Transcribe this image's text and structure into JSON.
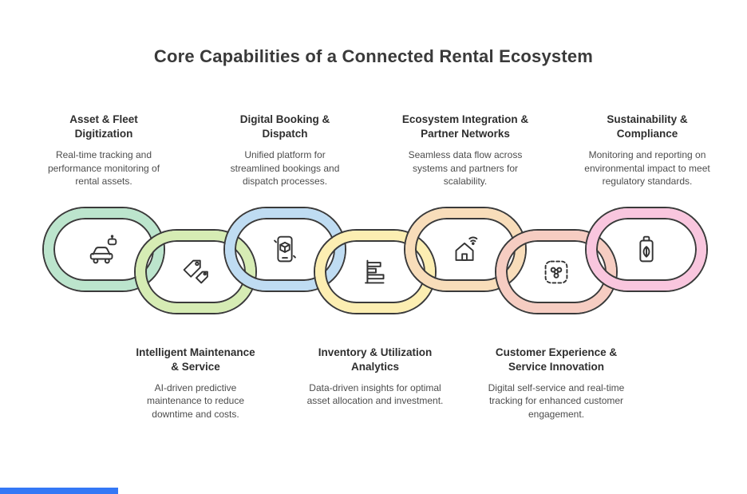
{
  "title": "Core Capabilities of a Connected Rental Ecosystem",
  "accent_bar_color": "#3478f6",
  "outline_color": "#3a3a3a",
  "top_blocks": [
    {
      "heading": "Asset & Fleet Digitization",
      "body": "Real-time tracking and performance monitoring of rental assets."
    },
    {
      "heading": "Digital Booking & Dispatch",
      "body": "Unified platform for streamlined bookings and dispatch processes."
    },
    {
      "heading": "Ecosystem Integration & Partner Networks",
      "body": "Seamless data flow across systems and partners for scalability."
    },
    {
      "heading": "Sustainability & Compliance",
      "body": "Monitoring and reporting on environmental impact to meet regulatory standards."
    }
  ],
  "bottom_blocks": [
    {
      "heading": "Intelligent Maintenance & Service",
      "body": "AI-driven predictive maintenance to reduce downtime and costs."
    },
    {
      "heading": "Inventory & Utilization Analytics",
      "body": "Data-driven insights for optimal asset allocation and investment."
    },
    {
      "heading": "Customer Experience & Service Innovation",
      "body": "Digital self-service and real-time tracking for enhanced customer engagement."
    }
  ],
  "chain": [
    {
      "icon": "connected-car-icon",
      "label": "Asset & Fleet Digitization",
      "color": "#bce5cd",
      "position": "upper"
    },
    {
      "icon": "price-tags-icon",
      "label": "Intelligent Maintenance & Service",
      "color": "#d6ecb4",
      "position": "lower"
    },
    {
      "icon": "mobile-booking-icon",
      "label": "Digital Booking & Dispatch",
      "color": "#bfdcf2",
      "position": "upper"
    },
    {
      "icon": "bar-chart-icon",
      "label": "Inventory & Utilization Analytics",
      "color": "#fceeb2",
      "position": "lower"
    },
    {
      "icon": "smart-home-icon",
      "label": "Ecosystem Integration & Partner Networks",
      "color": "#f8ddba",
      "position": "upper"
    },
    {
      "icon": "service-network-icon",
      "label": "Customer Experience & Service Innovation",
      "color": "#f6cdc2",
      "position": "lower"
    },
    {
      "icon": "eco-battery-icon",
      "label": "Sustainability & Compliance",
      "color": "#f9c6de",
      "position": "upper"
    }
  ]
}
